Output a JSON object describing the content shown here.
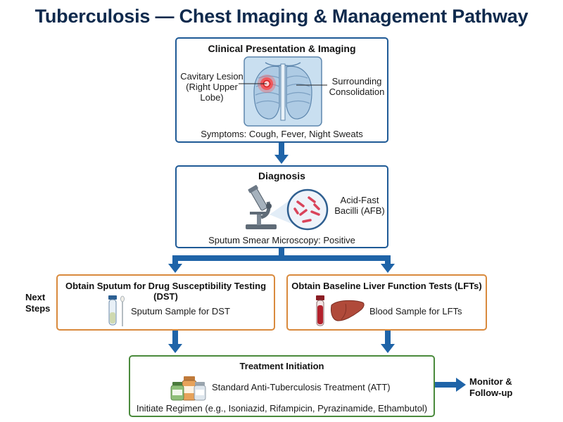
{
  "title": "Tuberculosis — Chest Imaging & Management Pathway",
  "clinical": {
    "title": "Clinical Presentation & Imaging",
    "lesion_label_1": "Cavitary Lesion",
    "lesion_label_2": "(Right Upper",
    "lesion_label_3": "Lobe)",
    "consolidation_label_1": "Surrounding",
    "consolidation_label_2": "Consolidation",
    "symptoms": "Symptoms: Cough, Fever, Night Sweats"
  },
  "diagnosis": {
    "title": "Diagnosis",
    "afb_label_1": "Acid-Fast",
    "afb_label_2": "Bacilli (AFB)",
    "result": "Sputum Smear Microscopy: Positive"
  },
  "next_steps": {
    "label_1": "Next",
    "label_2": "Steps",
    "dst": {
      "title": "Obtain Sputum for Drug Susceptibility Testing (DST)",
      "sample": "Sputum Sample for DST"
    },
    "lft": {
      "title": "Obtain Baseline Liver Function Tests (LFTs)",
      "sample": "Blood Sample for LFTs"
    }
  },
  "treatment": {
    "title": "Treatment Initiation",
    "standard": "Standard Anti-Tuberculosis Treatment (ATT)",
    "regimen": "Initiate Regimen (e.g., Isoniazid, Rifampicin, Pyrazinamide, Ethambutol)"
  },
  "monitor": {
    "label_1": "Monitor &",
    "label_2": "Follow-up"
  },
  "colors": {
    "primary_blue": "#1f5a96",
    "arrow_blue": "#1f64a8",
    "orange": "#d98a3d",
    "green": "#4a8a3c",
    "title_navy": "#0f2a4d"
  }
}
